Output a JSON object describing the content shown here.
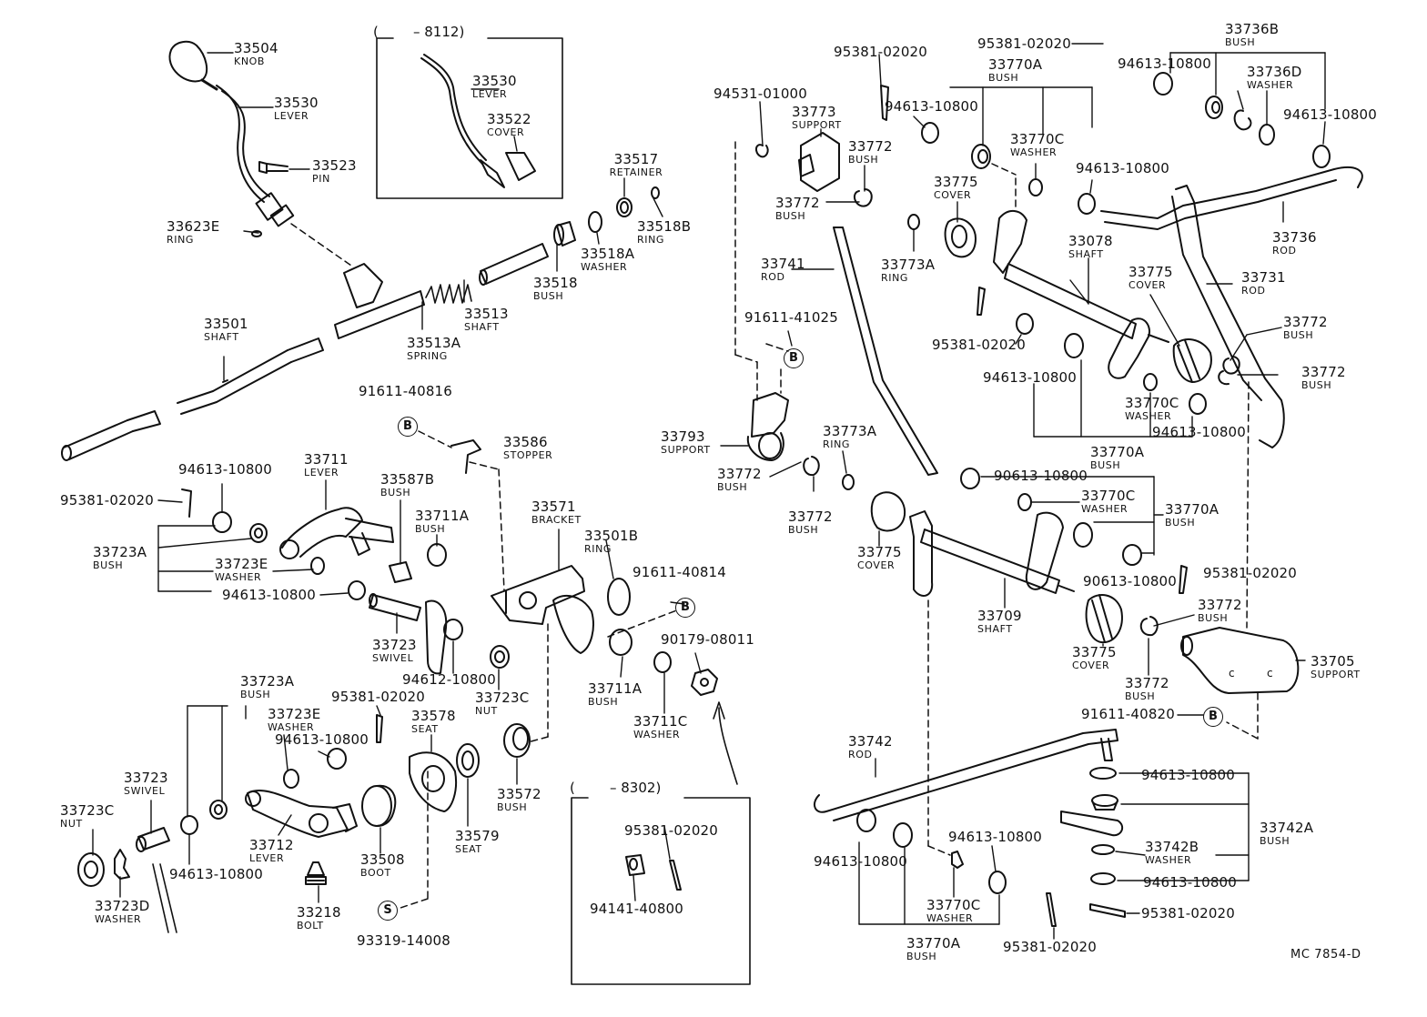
{
  "insets": {
    "top": "(        – 8112)",
    "bottom": "(        – 8302)"
  },
  "code": "MC 7854-D",
  "circle_labels": [
    "B",
    "B",
    "B",
    "B",
    "S"
  ],
  "labels": [
    {
      "pn": "33504",
      "name": "KNOB"
    },
    {
      "pn": "33530",
      "name": "LEVER"
    },
    {
      "pn": "33523",
      "name": "PIN"
    },
    {
      "pn": "33623E",
      "name": "RING"
    },
    {
      "pn": "33530",
      "name": "LEVER"
    },
    {
      "pn": "33522",
      "name": "COVER"
    },
    {
      "pn": "33517",
      "name": "RETAINER"
    },
    {
      "pn": "33518B",
      "name": "RING"
    },
    {
      "pn": "33518A",
      "name": "WASHER"
    },
    {
      "pn": "33518",
      "name": "BUSH"
    },
    {
      "pn": "33513",
      "name": "SHAFT"
    },
    {
      "pn": "33513A",
      "name": "SPRING"
    },
    {
      "pn": "33501",
      "name": "SHAFT"
    },
    {
      "pn": "91611-40816",
      "name": ""
    },
    {
      "pn": "33586",
      "name": "STOPPER"
    },
    {
      "pn": "94613-10800",
      "name": ""
    },
    {
      "pn": "95381-02020",
      "name": ""
    },
    {
      "pn": "33711",
      "name": "LEVER"
    },
    {
      "pn": "33587B",
      "name": "BUSH"
    },
    {
      "pn": "33711A",
      "name": "BUSH"
    },
    {
      "pn": "33723A",
      "name": "BUSH"
    },
    {
      "pn": "33723E",
      "name": "WASHER"
    },
    {
      "pn": "94613-10800",
      "name": ""
    },
    {
      "pn": "33723",
      "name": "SWIVEL"
    },
    {
      "pn": "94612-10800",
      "name": ""
    },
    {
      "pn": "33723C",
      "name": "NUT"
    },
    {
      "pn": "33571",
      "name": "BRACKET"
    },
    {
      "pn": "33501B",
      "name": "RING"
    },
    {
      "pn": "91611-40814",
      "name": ""
    },
    {
      "pn": "90179-08011",
      "name": ""
    },
    {
      "pn": "33711A",
      "name": "BUSH"
    },
    {
      "pn": "33711C",
      "name": "WASHER"
    },
    {
      "pn": "33723A",
      "name": "BUSH"
    },
    {
      "pn": "95381-02020",
      "name": ""
    },
    {
      "pn": "33723E",
      "name": "WASHER"
    },
    {
      "pn": "94613-10800",
      "name": ""
    },
    {
      "pn": "33578",
      "name": "SEAT"
    },
    {
      "pn": "33572",
      "name": "BUSH"
    },
    {
      "pn": "33579",
      "name": "SEAT"
    },
    {
      "pn": "33723",
      "name": "SWIVEL"
    },
    {
      "pn": "33723C",
      "name": "NUT"
    },
    {
      "pn": "94613-10800",
      "name": ""
    },
    {
      "pn": "33712",
      "name": "LEVER"
    },
    {
      "pn": "33508",
      "name": "BOOT"
    },
    {
      "pn": "33723D",
      "name": "WASHER"
    },
    {
      "pn": "33218",
      "name": "BOLT"
    },
    {
      "pn": "93319-14008",
      "name": ""
    },
    {
      "pn": "95381-02020",
      "name": ""
    },
    {
      "pn": "94141-40800",
      "name": ""
    },
    {
      "pn": "95381-02020",
      "name": ""
    },
    {
      "pn": "94531-01000",
      "name": ""
    },
    {
      "pn": "33773",
      "name": "SUPPORT"
    },
    {
      "pn": "33772",
      "name": "BUSH"
    },
    {
      "pn": "33772",
      "name": "BUSH"
    },
    {
      "pn": "33741",
      "name": "ROD"
    },
    {
      "pn": "91611-41025",
      "name": ""
    },
    {
      "pn": "33793",
      "name": "SUPPORT"
    },
    {
      "pn": "33772",
      "name": "BUSH"
    },
    {
      "pn": "33773A",
      "name": "RING"
    },
    {
      "pn": "33772",
      "name": "BUSH"
    },
    {
      "pn": "95381-02020",
      "name": ""
    },
    {
      "pn": "33770A",
      "name": "BUSH"
    },
    {
      "pn": "94613-10800",
      "name": ""
    },
    {
      "pn": "33770C",
      "name": "WASHER"
    },
    {
      "pn": "94613-10800",
      "name": ""
    },
    {
      "pn": "33775",
      "name": "COVER"
    },
    {
      "pn": "33773A",
      "name": "RING"
    },
    {
      "pn": "33078",
      "name": "SHAFT"
    },
    {
      "pn": "95381-02020",
      "name": ""
    },
    {
      "pn": "94613-10800",
      "name": ""
    },
    {
      "pn": "33736B",
      "name": "BUSH"
    },
    {
      "pn": "94613-10800",
      "name": ""
    },
    {
      "pn": "33736D",
      "name": "WASHER"
    },
    {
      "pn": "94613-10800",
      "name": ""
    },
    {
      "pn": "33736",
      "name": "ROD"
    },
    {
      "pn": "33775",
      "name": "COVER"
    },
    {
      "pn": "33731",
      "name": "ROD"
    },
    {
      "pn": "33772",
      "name": "BUSH"
    },
    {
      "pn": "33772",
      "name": "BUSH"
    },
    {
      "pn": "33770C",
      "name": "WASHER"
    },
    {
      "pn": "94613-10800",
      "name": ""
    },
    {
      "pn": "33770A",
      "name": "BUSH"
    },
    {
      "pn": "90613-10800",
      "name": ""
    },
    {
      "pn": "33770C",
      "name": "WASHER"
    },
    {
      "pn": "33770A",
      "name": "BUSH"
    },
    {
      "pn": "33775",
      "name": "COVER"
    },
    {
      "pn": "90613-10800",
      "name": ""
    },
    {
      "pn": "95381-02020",
      "name": ""
    },
    {
      "pn": "33709",
      "name": "SHAFT"
    },
    {
      "pn": "33775",
      "name": "COVER"
    },
    {
      "pn": "33772",
      "name": "BUSH"
    },
    {
      "pn": "33772",
      "name": "BUSH"
    },
    {
      "pn": "33705",
      "name": "SUPPORT"
    },
    {
      "pn": "91611-40820",
      "name": ""
    },
    {
      "pn": "33742",
      "name": "ROD"
    },
    {
      "pn": "94613-10800",
      "name": ""
    },
    {
      "pn": "33742A",
      "name": "BUSH"
    },
    {
      "pn": "33742B",
      "name": "WASHER"
    },
    {
      "pn": "94613-10800",
      "name": ""
    },
    {
      "pn": "95381-02020",
      "name": ""
    },
    {
      "pn": "94613-10800",
      "name": ""
    },
    {
      "pn": "94613-10800",
      "name": ""
    },
    {
      "pn": "33770C",
      "name": "WASHER"
    },
    {
      "pn": "33770A",
      "name": "BUSH"
    },
    {
      "pn": "95381-02020",
      "name": ""
    }
  ]
}
